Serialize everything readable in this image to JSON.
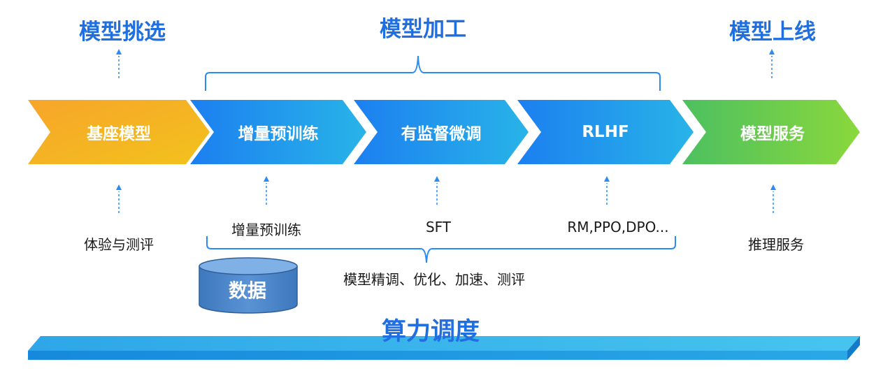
{
  "titles": {
    "selection": "模型挑选",
    "processing": "模型加工",
    "launch": "模型上线"
  },
  "stages": [
    {
      "label": "基座模型"
    },
    {
      "label": "增量预训练"
    },
    {
      "label": "有监督微调"
    },
    {
      "label": "RLHF"
    },
    {
      "label": "模型服务"
    }
  ],
  "sub_labels": [
    {
      "label": "体验与测评"
    },
    {
      "label": "增量预训练"
    },
    {
      "label": "SFT"
    },
    {
      "label": "RM,PPO,DPO..."
    },
    {
      "label": "推理服务"
    }
  ],
  "data_store": {
    "label": "数据"
  },
  "process_note": "模型精调、优化、加速、测评",
  "compute": {
    "label": "算力调度"
  },
  "colors": {
    "title_blue": "#1f6fe0",
    "stage_orange": "#f5a623",
    "stage_blue": "#1e88f0",
    "stage_green": "#5cc84a",
    "arrow_blue": "#2a8bf2",
    "platform_blue": "#2ba6e6",
    "cylinder_blue": "#4a84c8"
  }
}
